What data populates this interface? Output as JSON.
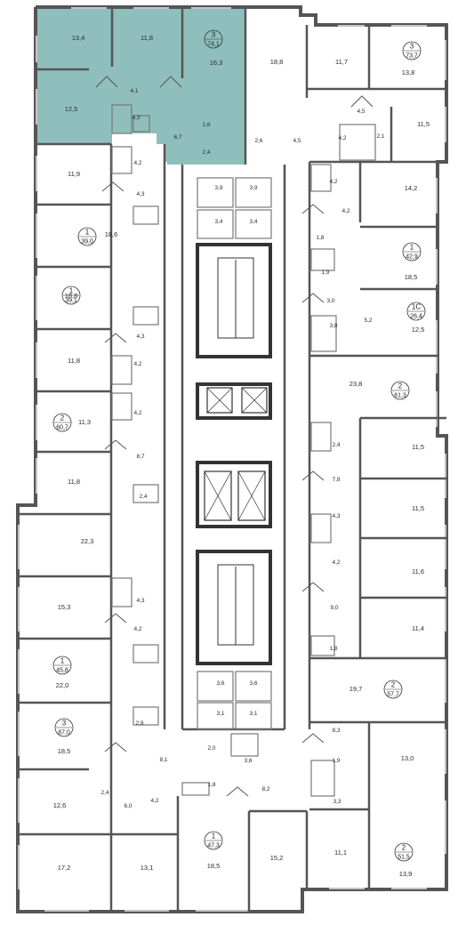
{
  "colors": {
    "wall": "#555555",
    "wall_light": "#9a9a9a",
    "highlight": "#8fbfbc",
    "window": "#bfbfbf",
    "background": "#ffffff"
  },
  "apartments": [
    {
      "id": "apt-3-74",
      "rooms": "3",
      "area": "74,1",
      "highlighted": true
    },
    {
      "id": "apt-3-73",
      "rooms": "3",
      "area": "73,7"
    },
    {
      "id": "apt-1-39a",
      "rooms": "1",
      "area": "39,0"
    },
    {
      "id": "apt-1-42",
      "rooms": "1",
      "area": "42,9"
    },
    {
      "id": "apt-1-39b",
      "rooms": "1",
      "area": "39,1"
    },
    {
      "id": "apt-1c-26",
      "rooms": "1С",
      "area": "26,4"
    },
    {
      "id": "apt-2-61",
      "rooms": "2",
      "area": "61,3"
    },
    {
      "id": "apt-2-60",
      "rooms": "2",
      "area": "60,7"
    },
    {
      "id": "apt-1-45",
      "rooms": "1",
      "area": "45,8"
    },
    {
      "id": "apt-2-57",
      "rooms": "2",
      "area": "57,7"
    },
    {
      "id": "apt-3-87",
      "rooms": "3",
      "area": "87,0"
    },
    {
      "id": "apt-1-47",
      "rooms": "1",
      "area": "47,3"
    },
    {
      "id": "apt-2-51",
      "rooms": "2",
      "area": "51,5"
    }
  ],
  "room_areas": [
    "13,4",
    "11,8",
    "16,3",
    "12,5",
    "4,1",
    "4,3",
    "6,7",
    "2,6",
    "2,4",
    "18,8",
    "11,7",
    "13,8",
    "4,5",
    "2,6",
    "4,5",
    "4,2",
    "2,1",
    "11,5",
    "11,9",
    "4,2",
    "4,3",
    "18,6",
    "3,9",
    "3,9",
    "3,4",
    "3,4",
    "4,2",
    "14,2",
    "4,2",
    "1,8",
    "18,5",
    "1,9",
    "3,0",
    "5,2",
    "3,8",
    "12,5",
    "18,8",
    "4,3",
    "11,8",
    "4,2",
    "23,8",
    "4,2",
    "11,3",
    "8,7",
    "2,4",
    "11,5",
    "11,8",
    "7,8",
    "11,5",
    "2,4",
    "22,3",
    "4,3",
    "4,2",
    "11,6",
    "15,3",
    "4,3",
    "4,2",
    "9,0",
    "11,4",
    "22,0",
    "1,8",
    "19,7",
    "3,6",
    "3,6",
    "3,1",
    "3,1",
    "18,5",
    "2,9",
    "8,3",
    "13,0",
    "8,1",
    "2,0",
    "3,6",
    "1,9",
    "12,6",
    "2,4",
    "6,0",
    "4,2",
    "1,8",
    "8,2",
    "3,3",
    "17,2",
    "13,1",
    "18,5",
    "15,2",
    "11,1",
    "13,9"
  ]
}
